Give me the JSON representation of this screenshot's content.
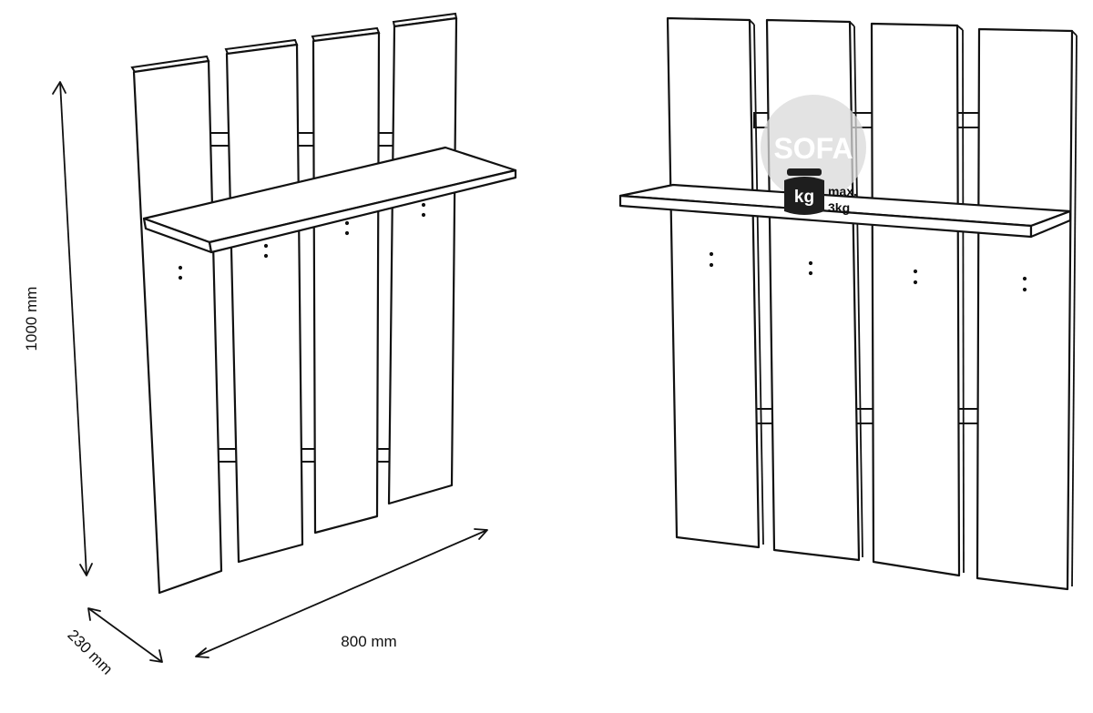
{
  "dimensions": {
    "height": "1000 mm",
    "width": "800 mm",
    "depth": "230 mm"
  },
  "watermark": {
    "text": "SOFA"
  },
  "load_badge": {
    "unit": "kg",
    "line1": "max.",
    "line2": "3kg"
  }
}
